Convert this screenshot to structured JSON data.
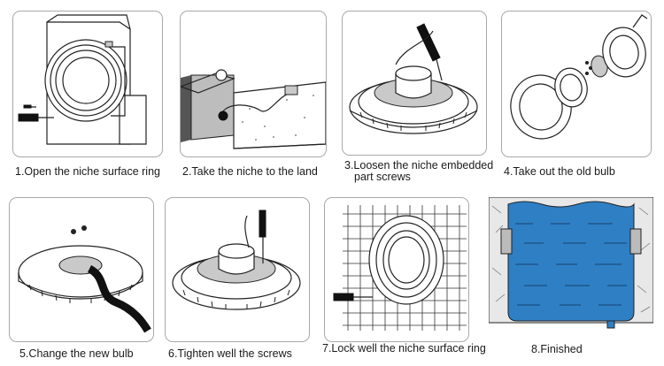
{
  "steps": [
    {
      "label": "1.Open the niche surface ring"
    },
    {
      "label": "2.Take the niche to the land"
    },
    {
      "label_line1": "3.Loosen the niche embedded",
      "label_line2": "part screws"
    },
    {
      "label": "4.Take out the old bulb"
    },
    {
      "label": "5.Change the new bulb"
    },
    {
      "label": "6.Tighten well the screws"
    },
    {
      "label": "7.Lock well the niche surface ring"
    },
    {
      "label": "8.Finished"
    }
  ],
  "colors": {
    "water": "#2f7fc4",
    "water_light": "#4d96d6",
    "wall": "#e8e8e8",
    "border": "#a9a9a9"
  }
}
